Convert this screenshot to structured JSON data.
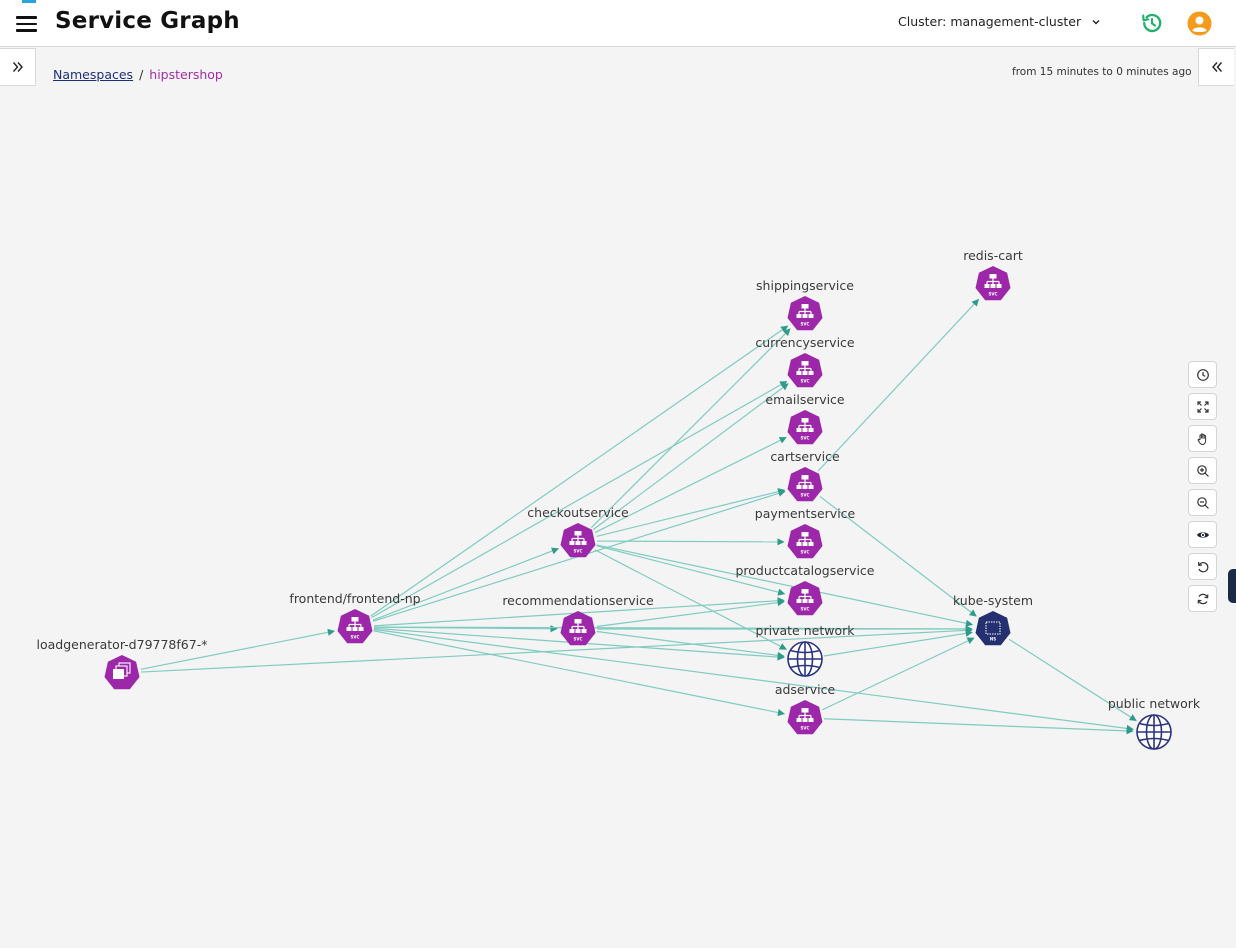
{
  "header": {
    "title": "Service Graph",
    "cluster_label": "Cluster: management-cluster",
    "colors": {
      "accent": "#2aa4dc",
      "history": "#1fb26a",
      "user": "#f59a1b"
    }
  },
  "breadcrumb": {
    "root": "Namespaces",
    "separator": "/",
    "current": "hipstershop"
  },
  "time_range": "from 15 minutes to 0 minutes ago",
  "toolbar": {
    "icons": [
      "clock-icon",
      "fit-screen-icon",
      "pan-hand-icon",
      "zoom-in-icon",
      "zoom-out-icon",
      "eye-icon",
      "undo-icon",
      "refresh-icon"
    ]
  },
  "graph": {
    "colors": {
      "service": "#9c27a8",
      "namespace": "#24306f",
      "network": "#2a3480",
      "edge": "#7fcbc0",
      "edge_arrow": "#2f9b8a"
    },
    "nodes": [
      {
        "id": "loadgenerator",
        "label": "loadgenerator-d79778f67-*",
        "kind": "pod"
      },
      {
        "id": "frontend",
        "label": "frontend/frontend-np",
        "kind": "svc",
        "badge": "SVC"
      },
      {
        "id": "checkoutservice",
        "label": "checkoutservice",
        "kind": "svc",
        "badge": "SVC"
      },
      {
        "id": "recommendationservice",
        "label": "recommendationservice",
        "kind": "svc",
        "badge": "SVC"
      },
      {
        "id": "shippingservice",
        "label": "shippingservice",
        "kind": "svc",
        "badge": "SVC"
      },
      {
        "id": "currencyservice",
        "label": "currencyservice",
        "kind": "svc",
        "badge": "SVC"
      },
      {
        "id": "emailservice",
        "label": "emailservice",
        "kind": "svc",
        "badge": "SVC"
      },
      {
        "id": "cartservice",
        "label": "cartservice",
        "kind": "svc",
        "badge": "SVC"
      },
      {
        "id": "paymentservice",
        "label": "paymentservice",
        "kind": "svc",
        "badge": "SVC"
      },
      {
        "id": "productcatalogservice",
        "label": "productcatalogservice",
        "kind": "svc",
        "badge": "SVC"
      },
      {
        "id": "privatenetwork",
        "label": "private network",
        "kind": "network"
      },
      {
        "id": "adservice",
        "label": "adservice",
        "kind": "svc",
        "badge": "SVC"
      },
      {
        "id": "rediscart",
        "label": "redis-cart",
        "kind": "svc",
        "badge": "SVC"
      },
      {
        "id": "kubesystem",
        "label": "kube-system",
        "kind": "namespace",
        "badge": "NS"
      },
      {
        "id": "publicnetwork",
        "label": "public network",
        "kind": "network"
      }
    ],
    "edges": [
      [
        "loadgenerator",
        "frontend"
      ],
      [
        "loadgenerator",
        "kubesystem"
      ],
      [
        "frontend",
        "checkoutservice"
      ],
      [
        "frontend",
        "recommendationservice"
      ],
      [
        "frontend",
        "shippingservice"
      ],
      [
        "frontend",
        "currencyservice"
      ],
      [
        "frontend",
        "cartservice"
      ],
      [
        "frontend",
        "productcatalogservice"
      ],
      [
        "frontend",
        "privatenetwork"
      ],
      [
        "frontend",
        "adservice"
      ],
      [
        "frontend",
        "kubesystem"
      ],
      [
        "frontend",
        "publicnetwork"
      ],
      [
        "checkoutservice",
        "shippingservice"
      ],
      [
        "checkoutservice",
        "currencyservice"
      ],
      [
        "checkoutservice",
        "emailservice"
      ],
      [
        "checkoutservice",
        "cartservice"
      ],
      [
        "checkoutservice",
        "paymentservice"
      ],
      [
        "checkoutservice",
        "productcatalogservice"
      ],
      [
        "checkoutservice",
        "privatenetwork"
      ],
      [
        "checkoutservice",
        "kubesystem"
      ],
      [
        "recommendationservice",
        "productcatalogservice"
      ],
      [
        "recommendationservice",
        "privatenetwork"
      ],
      [
        "recommendationservice",
        "kubesystem"
      ],
      [
        "cartservice",
        "rediscart"
      ],
      [
        "cartservice",
        "kubesystem"
      ],
      [
        "privatenetwork",
        "kubesystem"
      ],
      [
        "adservice",
        "kubesystem"
      ],
      [
        "adservice",
        "publicnetwork"
      ],
      [
        "kubesystem",
        "publicnetwork"
      ]
    ]
  }
}
